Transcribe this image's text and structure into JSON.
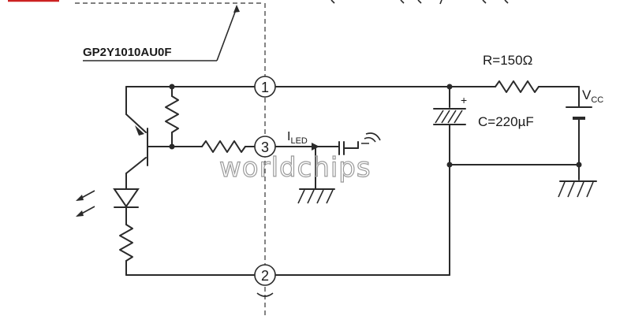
{
  "part_number": "GP2Y1010AU0F",
  "resistor_label": "R=150Ω",
  "capacitor_label": "C=220µF",
  "capacitor_polarity": "+",
  "supply_label": {
    "main": "V",
    "sub": "CC"
  },
  "current_label": {
    "main": "I",
    "sub": "LED"
  },
  "pins": {
    "p1": "1",
    "p2": "2",
    "p3": "3"
  },
  "watermark": "worldchips",
  "colors": {
    "line": "#2a2a2a",
    "watermark": "#9a9a9a",
    "top_mark": "#cc2222"
  }
}
